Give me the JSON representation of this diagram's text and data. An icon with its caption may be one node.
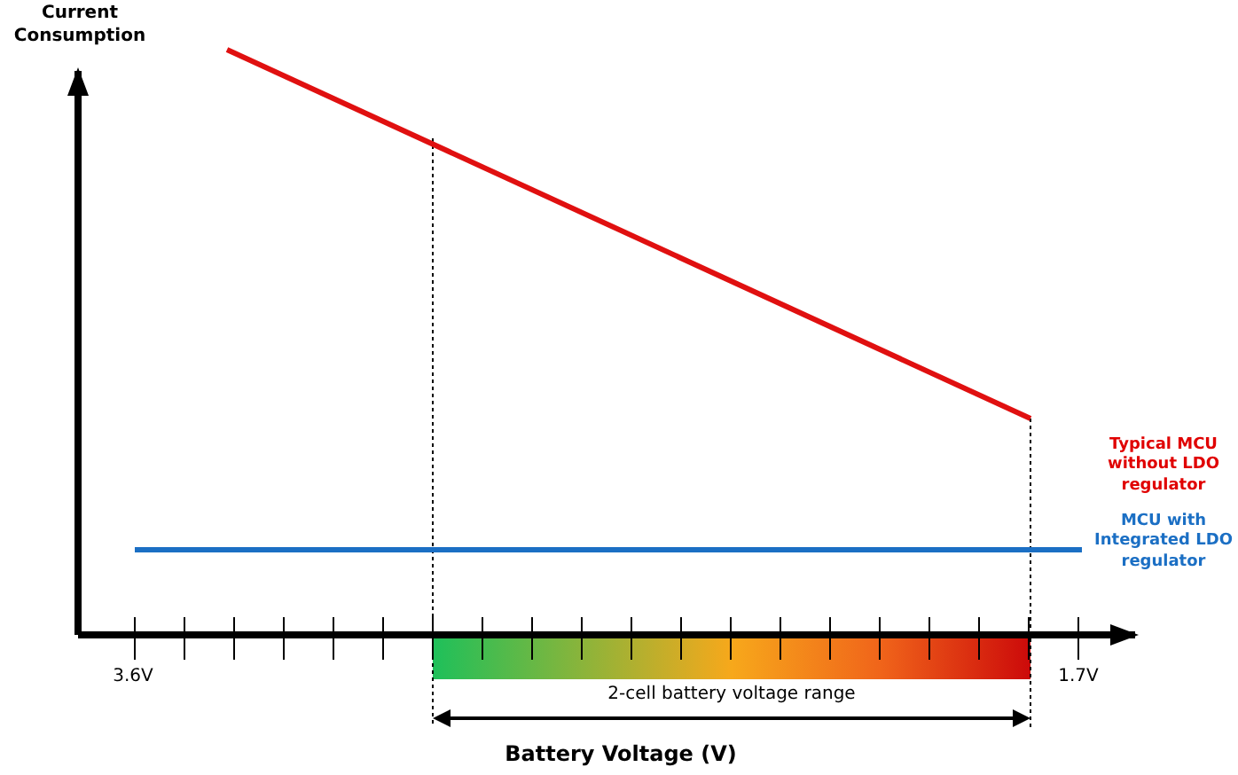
{
  "diagram": {
    "nodes": [
      {
        "text": [],
        "shape": "bar"
      }
    ],
    "labels": [
      "Current Consumption",
      "Typical MCU without LDO regulator",
      "MCU with Integrated LDO regulator",
      "3.6V",
      "1.7V",
      "2-cell battery voltage range",
      "Battery Voltage (V)"
    ]
  }
}
